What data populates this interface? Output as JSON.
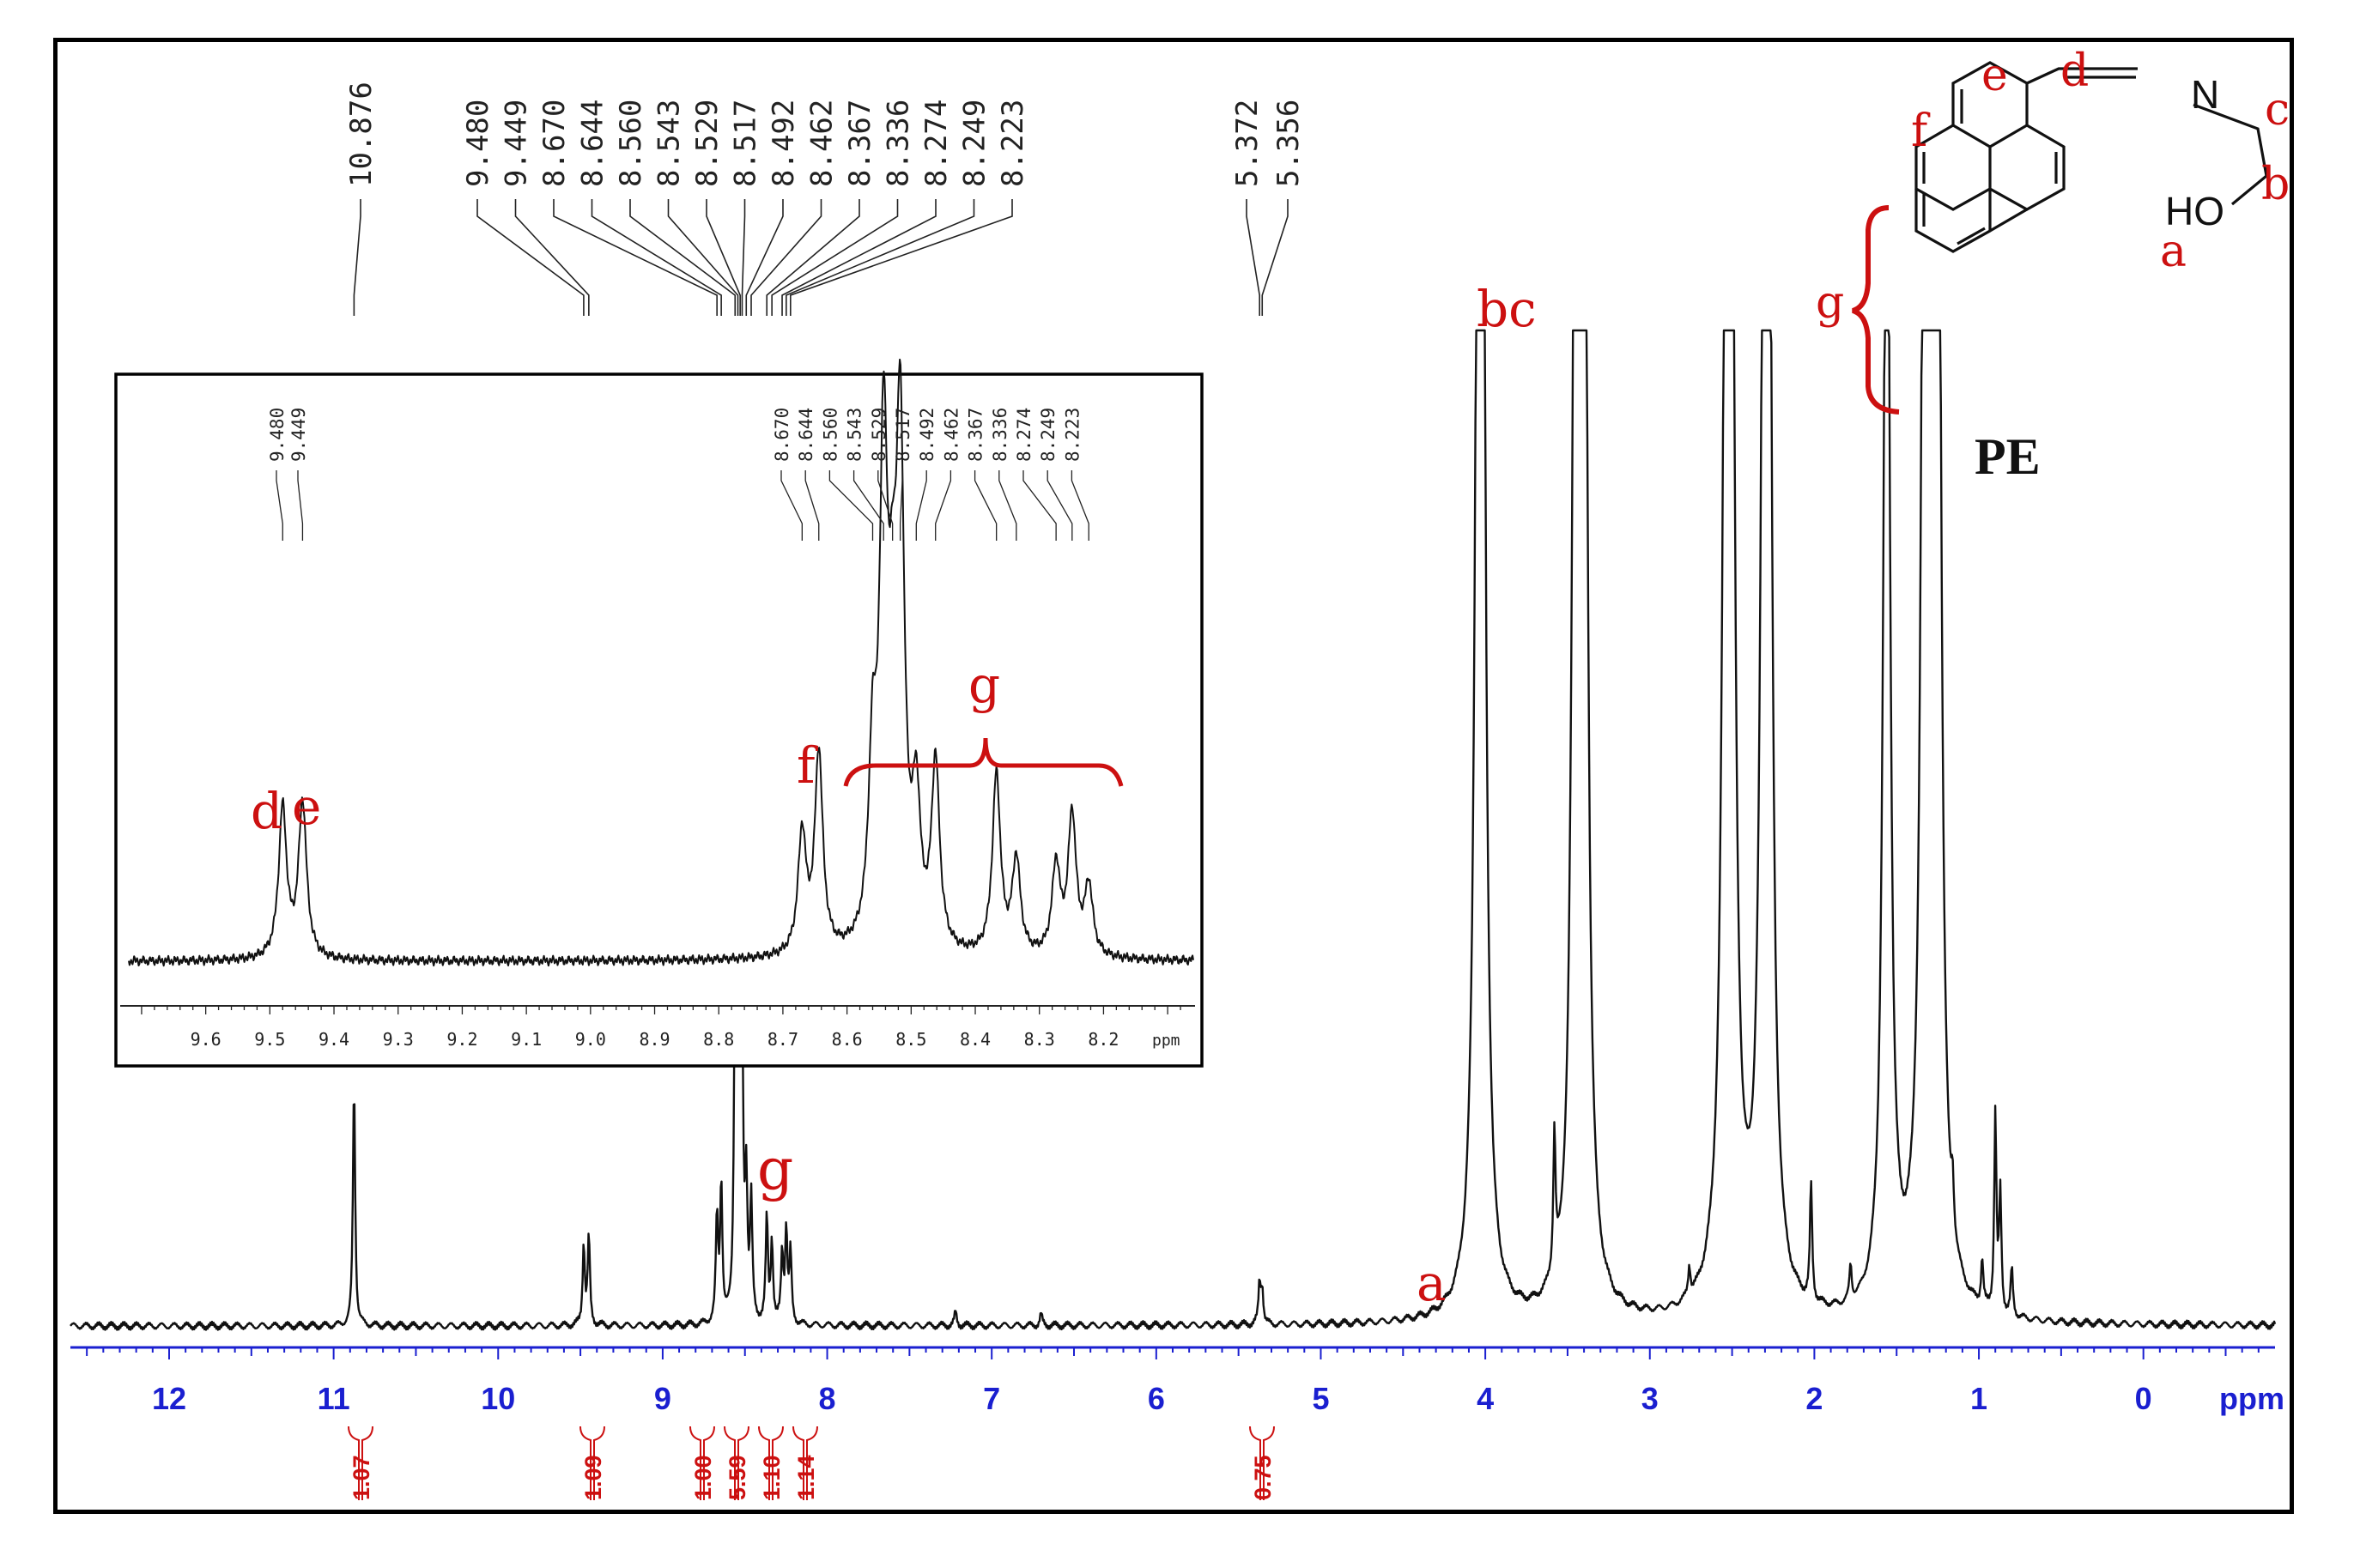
{
  "chart_data": {
    "type": "line",
    "spectrum": "1H NMR",
    "x_unit": "ppm",
    "xlim": [
      12.6,
      -0.8
    ],
    "x_ticks": [
      "12",
      "11",
      "10",
      "9",
      "8",
      "7",
      "6",
      "5",
      "4",
      "3",
      "2",
      "1",
      "0"
    ],
    "x_unit_label": "ppm",
    "peak_labels": [
      "10.876",
      "9.480",
      "9.449",
      "8.670",
      "8.644",
      "8.560",
      "8.543",
      "8.529",
      "8.517",
      "8.492",
      "8.462",
      "8.367",
      "8.336",
      "8.274",
      "8.249",
      "8.223",
      "5.372",
      "5.356"
    ],
    "integrals": [
      {
        "x": 10.876,
        "value": "1.07"
      },
      {
        "x": 9.465,
        "value": "1.09"
      },
      {
        "x": 8.65,
        "value": "1.00"
      },
      {
        "x": 8.52,
        "value": "5.59"
      },
      {
        "x": 8.35,
        "value": "1.10"
      },
      {
        "x": 8.25,
        "value": "1.14"
      },
      {
        "x": 5.36,
        "value": "0.75"
      }
    ],
    "assignments": [
      {
        "label": "g",
        "x": 8.45
      },
      {
        "label": "a",
        "x": 4.35
      },
      {
        "label": "bc",
        "x": 4.04
      }
    ],
    "peaks": [
      {
        "x": 10.876,
        "h": 0.21
      },
      {
        "x": 9.48,
        "h": 0.07
      },
      {
        "x": 9.449,
        "h": 0.075
      },
      {
        "x": 8.67,
        "h": 0.09
      },
      {
        "x": 8.644,
        "h": 0.12
      },
      {
        "x": 8.56,
        "h": 0.27
      },
      {
        "x": 8.543,
        "h": 0.25
      },
      {
        "x": 8.529,
        "h": 0.26
      },
      {
        "x": 8.517,
        "h": 0.18
      },
      {
        "x": 8.492,
        "h": 0.11
      },
      {
        "x": 8.462,
        "h": 0.1
      },
      {
        "x": 8.367,
        "h": 0.09
      },
      {
        "x": 8.336,
        "h": 0.07
      },
      {
        "x": 8.274,
        "h": 0.06
      },
      {
        "x": 8.249,
        "h": 0.08
      },
      {
        "x": 8.223,
        "h": 0.06
      },
      {
        "x": 7.22,
        "h": 0.012
      },
      {
        "x": 6.7,
        "h": 0.01
      },
      {
        "x": 5.372,
        "h": 0.035
      },
      {
        "x": 5.356,
        "h": 0.03
      },
      {
        "x": 4.04,
        "h": 1.0
      },
      {
        "x": 4.02,
        "h": 0.98
      },
      {
        "x": 3.58,
        "h": 0.12
      },
      {
        "x": 3.45,
        "h": 1.2
      },
      {
        "x": 3.4,
        "h": 1.2
      },
      {
        "x": 2.76,
        "h": 0.025
      },
      {
        "x": 2.53,
        "h": 1.2
      },
      {
        "x": 2.51,
        "h": 1.2
      },
      {
        "x": 2.3,
        "h": 1.2
      },
      {
        "x": 2.28,
        "h": 0.9
      },
      {
        "x": 2.02,
        "h": 0.1
      },
      {
        "x": 1.78,
        "h": 0.03
      },
      {
        "x": 1.56,
        "h": 1.2
      },
      {
        "x": 1.33,
        "h": 0.93
      },
      {
        "x": 1.31,
        "h": 0.88
      },
      {
        "x": 1.25,
        "h": 1.2
      },
      {
        "x": 1.16,
        "h": 0.04
      },
      {
        "x": 0.98,
        "h": 0.04
      },
      {
        "x": 0.9,
        "h": 0.17
      },
      {
        "x": 0.87,
        "h": 0.1
      },
      {
        "x": 0.8,
        "h": 0.04
      }
    ],
    "inset": {
      "xlim": [
        9.72,
        8.06
      ],
      "x_ticks": [
        "9.6",
        "9.5",
        "9.4",
        "9.3",
        "9.2",
        "9.1",
        "9.0",
        "8.9",
        "8.8",
        "8.7",
        "8.6",
        "8.5",
        "8.4",
        "8.3",
        "8.2"
      ],
      "x_unit_label": "ppm",
      "peak_labels": [
        "9.480",
        "9.449",
        "8.670",
        "8.644",
        "8.560",
        "8.543",
        "8.529",
        "8.517",
        "8.492",
        "8.462",
        "8.367",
        "8.336",
        "8.274",
        "8.249",
        "8.223"
      ],
      "assignments": [
        {
          "label": "d",
          "x": 9.49
        },
        {
          "label": "e",
          "x": 9.45
        },
        {
          "label": "f",
          "x": 8.66
        },
        {
          "label": "g",
          "x": 8.39
        }
      ],
      "peaks": [
        {
          "x": 9.48,
          "h": 0.3
        },
        {
          "x": 9.449,
          "h": 0.31
        },
        {
          "x": 8.67,
          "h": 0.24
        },
        {
          "x": 8.644,
          "h": 0.4
        },
        {
          "x": 8.56,
          "h": 0.34
        },
        {
          "x": 8.543,
          "h": 0.95
        },
        {
          "x": 8.529,
          "h": 0.4
        },
        {
          "x": 8.517,
          "h": 0.97
        },
        {
          "x": 8.492,
          "h": 0.27
        },
        {
          "x": 8.462,
          "h": 0.37
        },
        {
          "x": 8.367,
          "h": 0.36
        },
        {
          "x": 8.336,
          "h": 0.19
        },
        {
          "x": 8.274,
          "h": 0.18
        },
        {
          "x": 8.249,
          "h": 0.28
        },
        {
          "x": 8.223,
          "h": 0.14
        }
      ]
    }
  },
  "structure": {
    "name": "PE",
    "atom_labels": [
      "N",
      "HO"
    ],
    "position_labels": [
      "a",
      "b",
      "c",
      "d",
      "e",
      "f",
      "g"
    ]
  }
}
